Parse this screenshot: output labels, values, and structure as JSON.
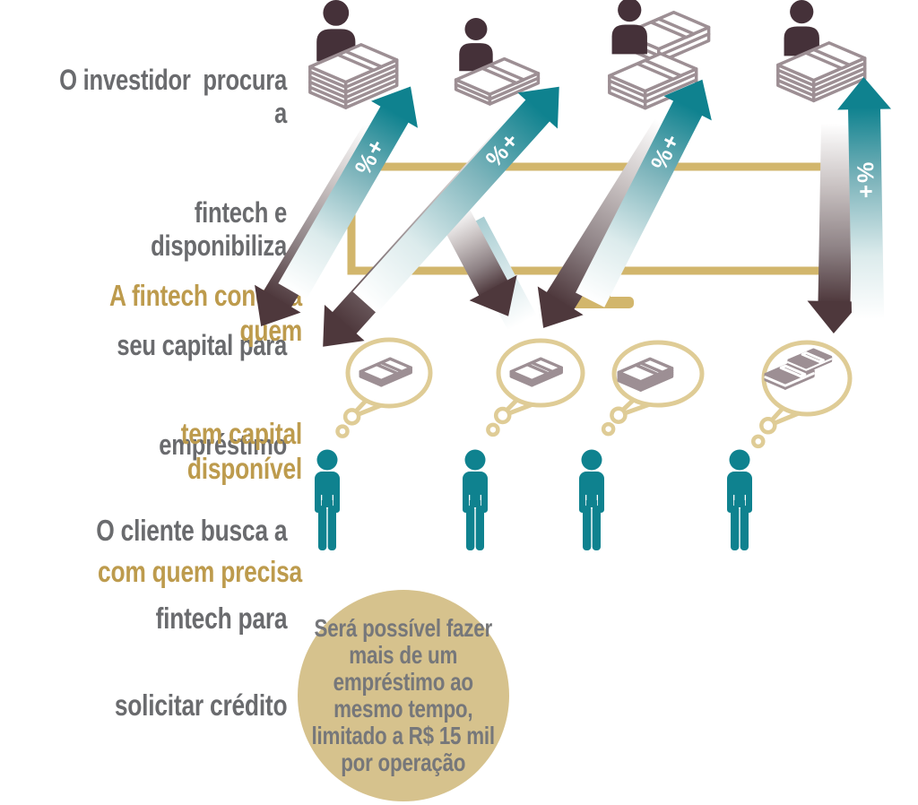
{
  "investor_step": {
    "lines": [
      "O investidor  procura a",
      "fintech e disponibiliza",
      "seu capital para",
      "empréstimo"
    ]
  },
  "fintech_step": {
    "lines": [
      "A fintech conecta quem",
      "tem capital disponível",
      "com quem precisa"
    ]
  },
  "client_step": {
    "lines": [
      "O cliente busca a",
      "fintech para",
      "solicitar crédito"
    ]
  },
  "arrow_label": "+%",
  "note": {
    "lines": [
      "Será possível fazer",
      "mais de um",
      "empréstimo ao",
      "mesmo tempo,"
    ],
    "limit_prefix": "limitado a ",
    "limit_value": "R$ 15 mil",
    "last_line": "por operação"
  },
  "icons": {
    "investor": "investor-avatar-icon",
    "investor_money": [
      "large-money-stack",
      "small-money-stack",
      "double-money-stack",
      "medium-money-stack"
    ],
    "platform": "fintech-monitor-icon",
    "up_arrow": "repayment-interest-up-arrow",
    "down_arrow": "loan-down-arrow",
    "bubble": "thought-bubble-icon",
    "bubble_money": [
      "money-wish-small",
      "money-wish-small",
      "money-wish-dense",
      "money-wish-bundles"
    ],
    "client": "client-person-icon"
  },
  "colors": {
    "teal": "#0F828F",
    "dark_brown": "#453139",
    "arrow_brown": "#4E383C",
    "money_gray": "#9D8F94",
    "gold": "#D2B66C",
    "gold_light": "#DFCC96",
    "gold_text": "#BD9B4D",
    "gray_text": "#6A6B6E",
    "circle_fill": "#D6C28D",
    "circle_text": "#76777A"
  }
}
